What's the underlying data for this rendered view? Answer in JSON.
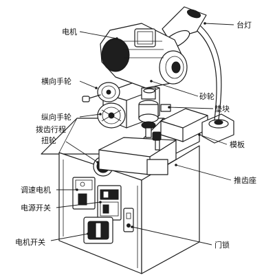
{
  "labels": {
    "motor": "电机",
    "table_lamp": "台灯",
    "cross_handwheel": "横向手轮",
    "grinding_wheel": "砂轮",
    "long_handwheel": "纵向手轮",
    "pad_block": "垫块",
    "tooth_stroke_line1": "拨齿行程",
    "tooth_stroke_line2": "扭轮",
    "template": "模板",
    "speed_motor": "调速电机",
    "tooth_push_seat": "推齿座",
    "power_switch": "电源开关",
    "motor_switch": "电机开关",
    "door_lock": "门锁"
  }
}
